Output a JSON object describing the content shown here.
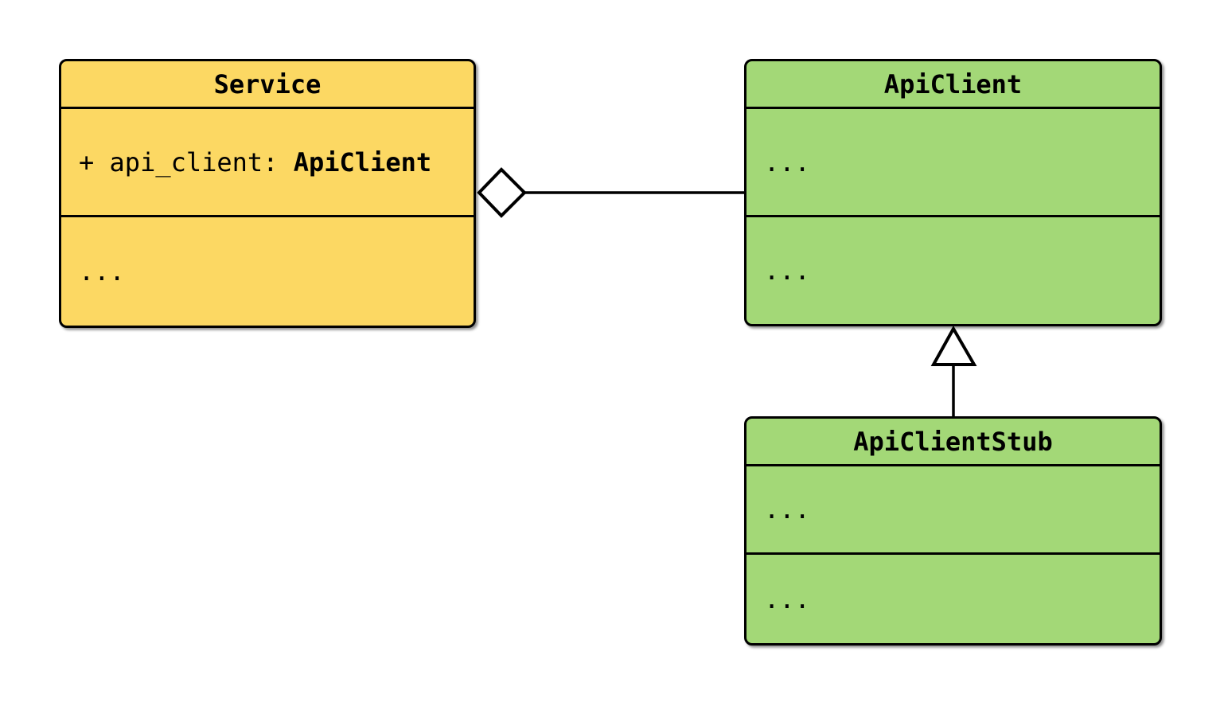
{
  "diagram": {
    "type": "uml_class_diagram",
    "background_color": "#ffffff",
    "stroke_color": "#000000",
    "service": {
      "title": "Service",
      "fill": "#FCD863",
      "attribute_prefix": "+ api_client: ",
      "attribute_type": "ApiClient",
      "methods_placeholder": "..."
    },
    "api_client": {
      "title": "ApiClient",
      "fill": "#A3D877",
      "attributes_placeholder": "...",
      "methods_placeholder": "..."
    },
    "api_client_stub": {
      "title": "ApiClientStub",
      "fill": "#A3D877",
      "attributes_placeholder": "...",
      "methods_placeholder": "..."
    },
    "relations": [
      {
        "kind": "aggregation",
        "whole": "Service",
        "part": "ApiClient",
        "marker": "hollow-diamond",
        "marker_fill": "#ffffff"
      },
      {
        "kind": "inheritance",
        "child": "ApiClientStub",
        "parent": "ApiClient",
        "marker": "hollow-triangle",
        "marker_fill": "#ffffff"
      }
    ]
  }
}
